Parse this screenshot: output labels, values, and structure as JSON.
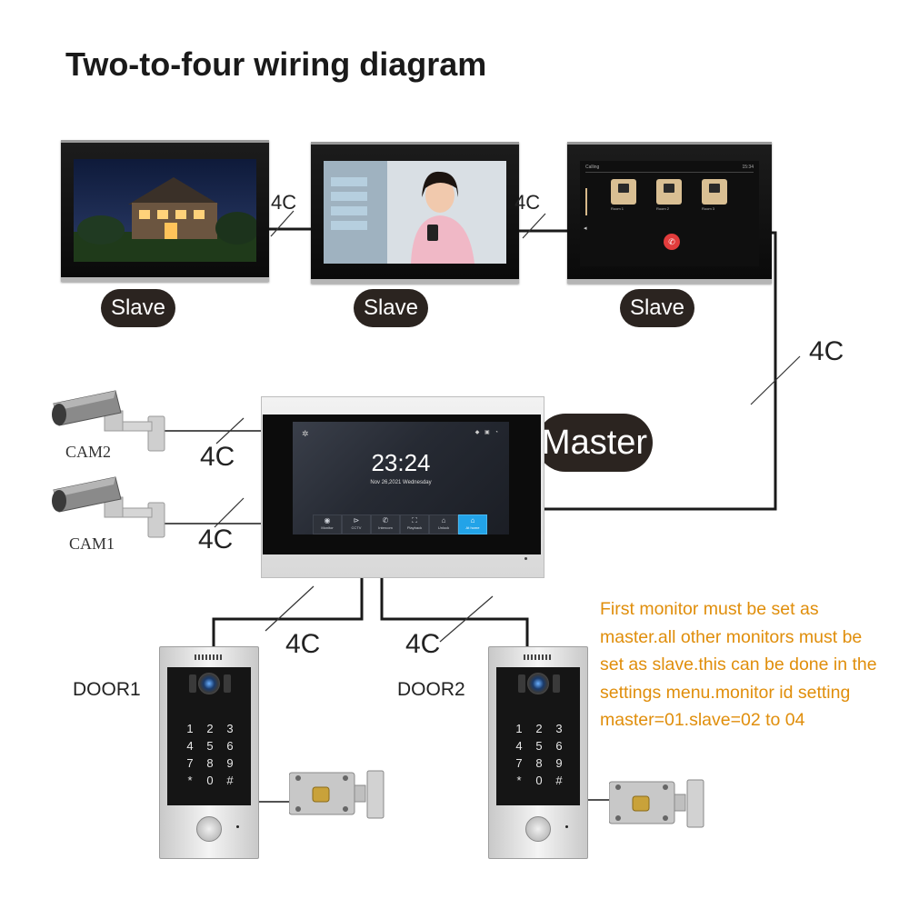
{
  "title": "Two-to-four wiring diagram",
  "slaves": [
    {
      "label": "Slave",
      "screen": "house-night-photo"
    },
    {
      "label": "Slave",
      "screen": "woman-with-phone-photo"
    },
    {
      "label": "Slave",
      "screen": "calling-room-screen"
    }
  ],
  "slave3_screen": {
    "status": "Calling",
    "time": "15:34",
    "rooms": [
      "Room 1",
      "Room 2",
      "Room 3"
    ]
  },
  "master": {
    "label": "Master",
    "clock": "23:24",
    "date": "Nov 26,2021  Wednesday",
    "buttons": [
      "Monitor",
      "CCTV",
      "Intercom",
      "Playback",
      "Unlock",
      "At home"
    ]
  },
  "cameras": [
    {
      "label": "CAM2"
    },
    {
      "label": "CAM1"
    }
  ],
  "doors": [
    {
      "label": "DOOR1"
    },
    {
      "label": "DOOR2"
    }
  ],
  "keypad": [
    "1",
    "2",
    "3",
    "4",
    "5",
    "6",
    "7",
    "8",
    "9",
    "*",
    "0",
    "#"
  ],
  "wire_labels": {
    "slave1_slave2": "4C",
    "slave2_slave3": "4C",
    "slave3_master": "4C",
    "cam2": "4C",
    "cam1": "4C",
    "door1": "4C",
    "door2": "4C"
  },
  "note_lines": [
    "First monitor must be set as",
    "master.all other monitors must be",
    "set as slave.this can be done in the",
    "settings menu.monitor id setting",
    "master=01.slave=02 to 04"
  ],
  "colors": {
    "note": "#e08e0b",
    "pill": "#2b2420",
    "wire": "#1a1a1a",
    "master_active_button": "#22a3e8"
  }
}
